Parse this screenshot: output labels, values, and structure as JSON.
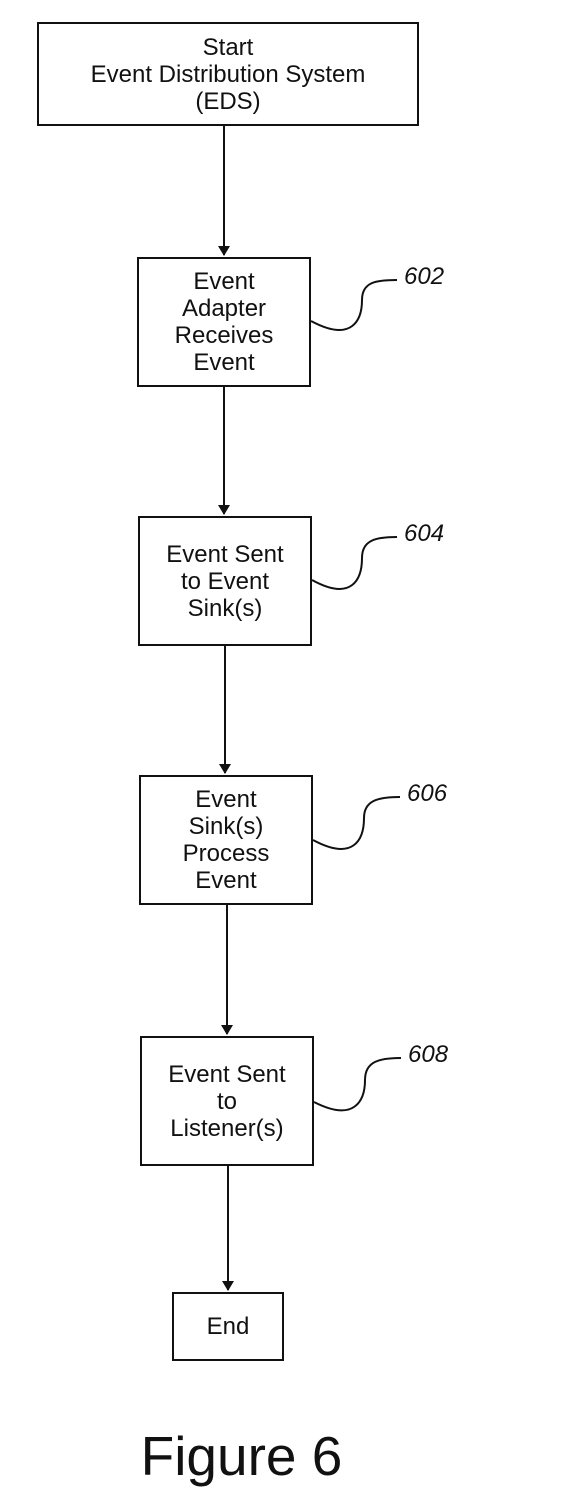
{
  "steps": [
    {
      "id": "start",
      "text": "Start\nEvent Distribution System\n(EDS)",
      "ref": ""
    },
    {
      "id": "602",
      "text": "Event\nAdapter\nReceives\nEvent",
      "ref": "602"
    },
    {
      "id": "604",
      "text": "Event Sent\nto Event\nSink(s)",
      "ref": "604"
    },
    {
      "id": "606",
      "text": "Event\nSink(s)\nProcess\nEvent",
      "ref": "606"
    },
    {
      "id": "608",
      "text": "Event Sent\nto\nListener(s)",
      "ref": "608"
    },
    {
      "id": "end",
      "text": "End",
      "ref": ""
    }
  ],
  "caption": "Figure 6"
}
